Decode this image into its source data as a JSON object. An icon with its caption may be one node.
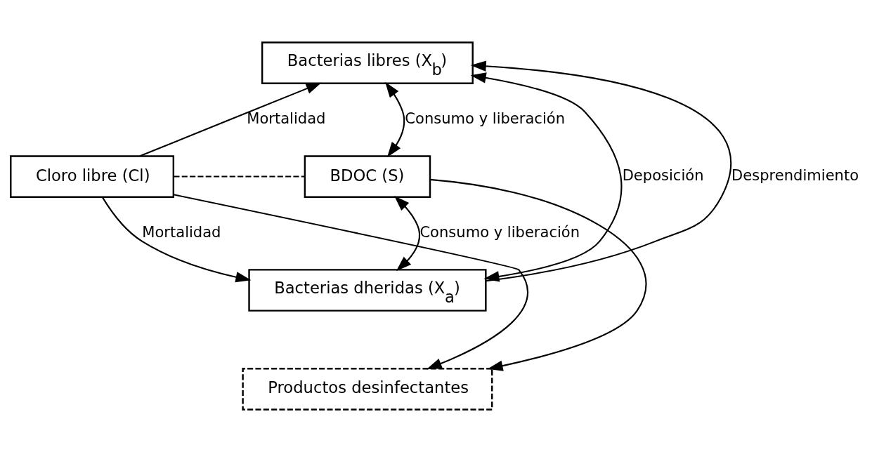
{
  "diagram": {
    "nodes": [
      {
        "text": [
          "Cloro libre (Cl)"
        ]
      },
      {
        "text": [
          "Bacterias libres (X$_{b}$)"
        ]
      },
      {
        "text": [
          "BDOC (S)"
        ]
      },
      {
        "text": [
          "Bacterias dheridas (X$_{a}$)"
        ]
      },
      {
        "text": [
          "Productos desinfectantes"
        ]
      }
    ],
    "edges": [
      {
        "from": 0,
        "to": 1,
        "arrow": "to",
        "label": "Mortalidad"
      },
      {
        "from": 3,
        "to": 1,
        "arrow": "both",
        "label": "Deposición"
      },
      {
        "from": 1,
        "to": 2,
        "arrow": "both",
        "label": "Consumo y liberación"
      },
      {
        "from": 3,
        "to": 1,
        "arrow": "to",
        "label": "Desprendimiento"
      },
      {
        "from": 0,
        "to": 2,
        "arrow": "none",
        "style": "dashed"
      },
      {
        "from": 2,
        "to": 3,
        "arrow": "both",
        "label": "Consumo y liberación"
      },
      {
        "from": 0,
        "to": 3,
        "arrow": "to",
        "label": "Mortalidad"
      },
      {
        "from": 0,
        "to": 4,
        "arrow": "to"
      },
      {
        "from": 2,
        "to": 4,
        "arrow": "to"
      }
    ]
  }
}
